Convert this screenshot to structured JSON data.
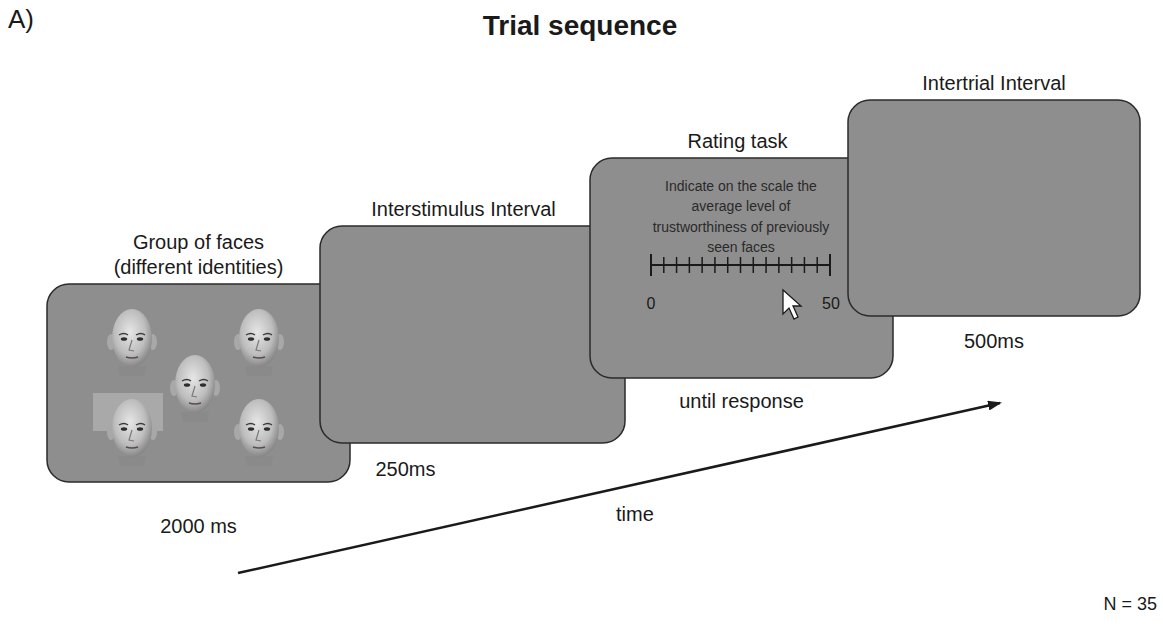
{
  "diagram": {
    "title": "Trial sequence",
    "nodes": [
      {
        "text": [
          "Group of faces (different identities)",
          "2000 ms"
        ]
      },
      {
        "text": [
          "Interstimulus Interval",
          "250ms"
        ]
      },
      {
        "text": [
          "Rating task",
          "Indicate on the scale the average level of trustworthiness of previously seen faces",
          "0",
          "50",
          "until response"
        ]
      },
      {
        "text": [
          "Intertrial Interval",
          "500ms"
        ]
      }
    ],
    "labels": [
      "A)",
      "time",
      "N = 35"
    ]
  }
}
